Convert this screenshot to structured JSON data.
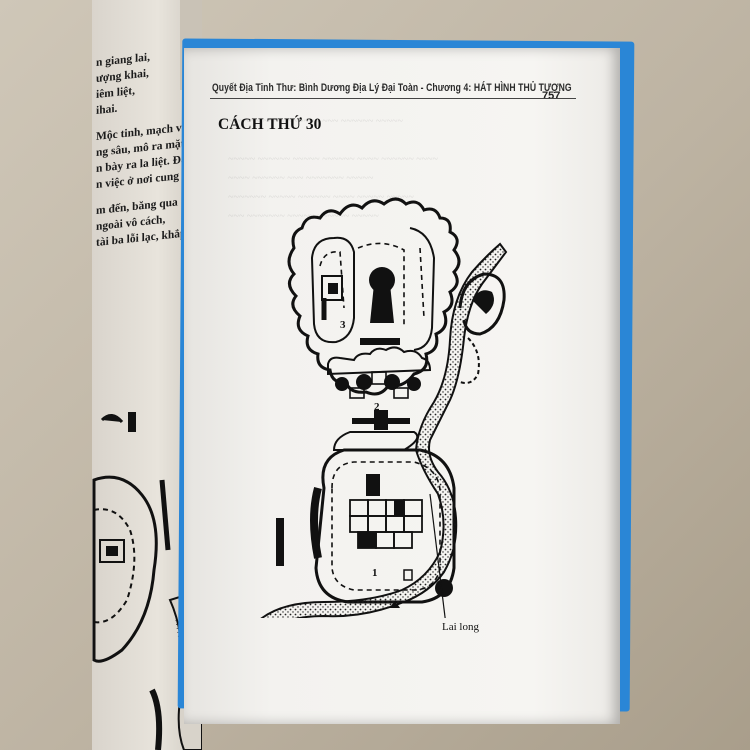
{
  "running_head": {
    "title": "Quyết Địa Tinh Thư: Bình Dương Địa Lý Đại Toàn - Chương 4: HÁT HÌNH THỦ TƯỢNG",
    "page_number": "757"
  },
  "section": {
    "title": "CÁCH THỨ 30"
  },
  "figure": {
    "caption": "Lai long",
    "labels": [
      "3",
      "2",
      "1"
    ]
  },
  "left_page": {
    "lines": [
      "n giang lai,",
      "ượng khai,",
      "iêm liệt,",
      "ihai.",
      "",
      "Mộc tinh, mạch vượt qua",
      "ng sâu, mô ra mặt",
      "n bày ra la liệt. Đất",
      "n việc ở nơi cung",
      "",
      "m đến, băng qua",
      "ngoài vô cách,",
      "tài ba lỗi lạc, khắp"
    ]
  }
}
